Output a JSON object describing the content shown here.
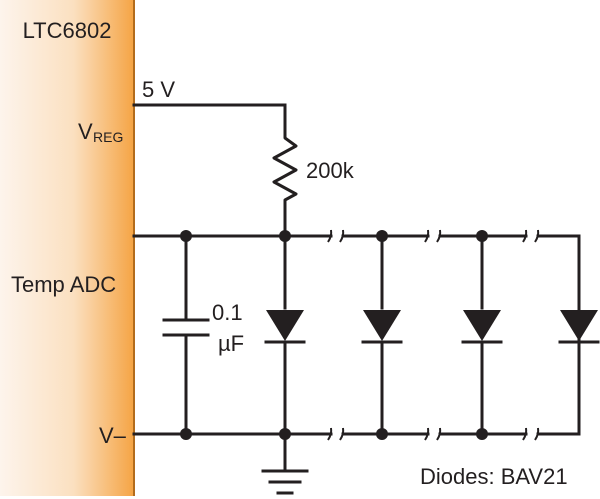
{
  "ic": {
    "name": "LTC6802",
    "pins": {
      "vreg_main": "V",
      "vreg_sub": "REG",
      "temp_adc": "Temp ADC",
      "vminus": "V–"
    },
    "gradient": {
      "light": "#fdf3ea",
      "dark": "#f5a84a",
      "edge": "#9a5a10"
    }
  },
  "supply": {
    "label": "5 V"
  },
  "resistor": {
    "value": "200k"
  },
  "capacitor": {
    "value_top": "0.1",
    "value_bottom": "µF"
  },
  "note": {
    "text": "Diodes: BAV21"
  },
  "colors": {
    "wire": "#231f20"
  }
}
